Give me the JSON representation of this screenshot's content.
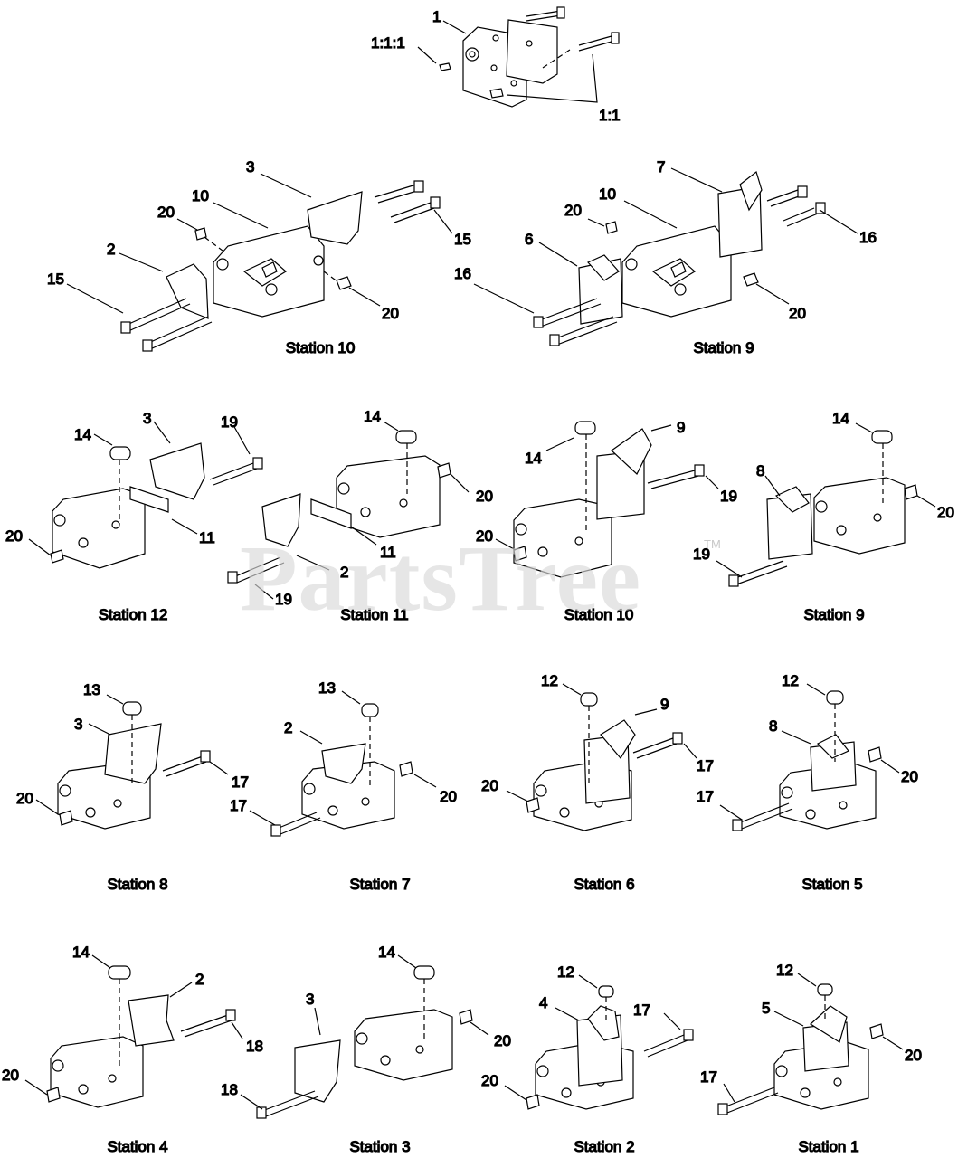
{
  "watermark": {
    "text": "PartsTree",
    "tm": "TM"
  },
  "top_assembly": {
    "callouts": [
      "1",
      "1:1:1",
      "1:1"
    ]
  },
  "stations_top": [
    {
      "name": "Station 10",
      "callouts": [
        "3",
        "10",
        "20",
        "15",
        "2",
        "15",
        "20"
      ]
    },
    {
      "name": "Station 9",
      "callouts": [
        "7",
        "10",
        "20",
        "16",
        "6",
        "16",
        "20"
      ]
    }
  ],
  "stations_row2": [
    {
      "name": "Station 12",
      "callouts": [
        "3",
        "19",
        "14",
        "11",
        "20"
      ]
    },
    {
      "name": "Station 11",
      "callouts": [
        "14",
        "20",
        "11",
        "2",
        "19"
      ]
    },
    {
      "name": "Station 10",
      "callouts": [
        "9",
        "14",
        "19",
        "20"
      ]
    },
    {
      "name": "Station 9",
      "callouts": [
        "14",
        "8",
        "20",
        "19"
      ]
    }
  ],
  "stations_row3": [
    {
      "name": "Station 8",
      "callouts": [
        "13",
        "3",
        "17",
        "20"
      ]
    },
    {
      "name": "Station 7",
      "callouts": [
        "13",
        "2",
        "20",
        "17"
      ]
    },
    {
      "name": "Station 6",
      "callouts": [
        "12",
        "9",
        "17",
        "20"
      ]
    },
    {
      "name": "Station 5",
      "callouts": [
        "12",
        "8",
        "20",
        "17"
      ]
    }
  ],
  "stations_row4": [
    {
      "name": "Station 4",
      "callouts": [
        "14",
        "2",
        "18",
        "20"
      ]
    },
    {
      "name": "Station 3",
      "callouts": [
        "14",
        "3",
        "20",
        "18"
      ]
    },
    {
      "name": "Station 2",
      "callouts": [
        "12",
        "4",
        "17",
        "20"
      ]
    },
    {
      "name": "Station 1",
      "callouts": [
        "12",
        "5",
        "20",
        "17"
      ]
    }
  ]
}
